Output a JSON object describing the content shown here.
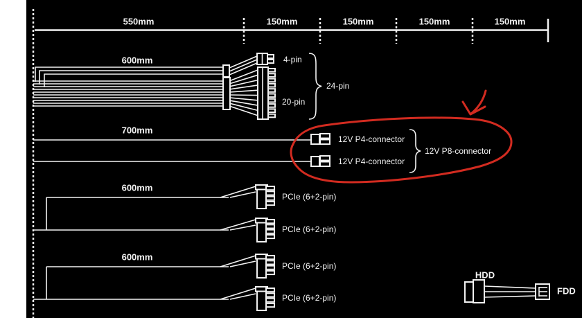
{
  "ruler": {
    "segment_labels": [
      "550mm",
      "150mm",
      "150mm",
      "150mm",
      "150mm"
    ]
  },
  "cables": {
    "atx": {
      "length": "600mm",
      "label_4pin": "4-pin",
      "label_20pin": "20-pin",
      "label_24pin": "24-pin"
    },
    "cpu": {
      "length": "700mm",
      "label_p4_top": "12V P4-connector",
      "label_p4_bottom": "12V P4-connector",
      "label_p8": "12V P8-connector"
    },
    "pcie_group1": {
      "length": "600mm",
      "label_top": "PCIe (6+2-pin)",
      "label_bottom": "PCIe (6+2-pin)"
    },
    "pcie_group2": {
      "length": "600mm",
      "label_top": "PCIe (6+2-pin)",
      "label_bottom": "PCIe (6+2-pin)"
    },
    "peripheral": {
      "label_hdd": "HDD",
      "label_fdd": "FDD"
    }
  },
  "annotation": {
    "type": "hand-drawn red circle with arrow",
    "highlights": "12V P8-connector (2x 12V P4)"
  },
  "colors": {
    "canvas_bg": "#000000",
    "line": "#f2f2f2",
    "annotation_red": "#d22b20",
    "page_bg": "#ffffff"
  }
}
